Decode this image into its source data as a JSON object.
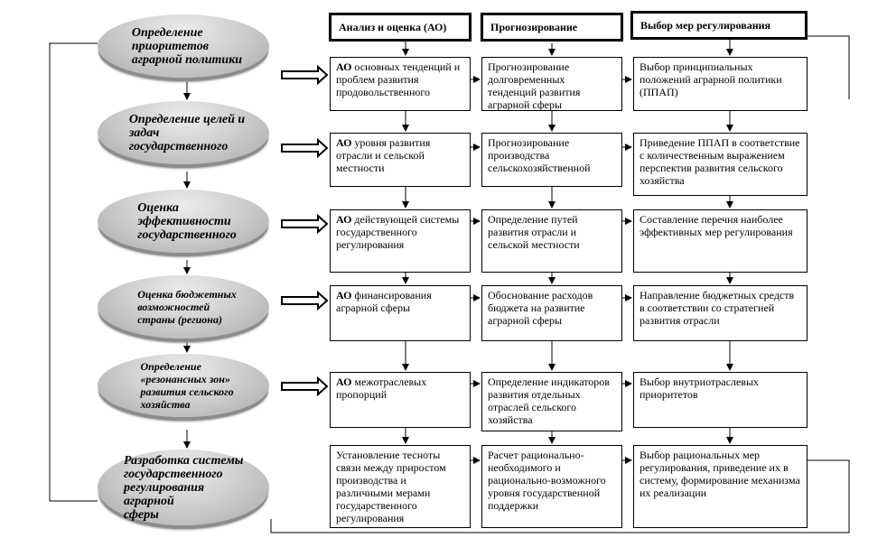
{
  "stages": [
    {
      "label": "Определение\nприоритетов\nаграрной политики"
    },
    {
      "label": "Определение целей и\nзадач\nгосударственного"
    },
    {
      "label": "Оценка\nэффективности\nгосударственного"
    },
    {
      "label": "Оценка бюджетных\nвозможностей\nстраны (региона)"
    },
    {
      "label": "Определение\n«резонансных зон»\nразвития сельского\nхозяйства"
    },
    {
      "label": "Разработка системы\nгосударственного\nрегулирования аграрной\nсферы"
    }
  ],
  "headers": {
    "analysis": "Анализ и оценка (АО)",
    "forecast": "Прогнозирование",
    "choice": "Выбор мер регулирования"
  },
  "analysis": [
    {
      "lead": "АО",
      "text": " основных тенденций и проблем развития продовольственного"
    },
    {
      "lead": "АО",
      "text": " уровня развития отрасли и сельской местности"
    },
    {
      "lead": "АО",
      "text": " действующей системы государственного регулирования"
    },
    {
      "lead": "АО",
      "text": " финансирования аграрной сферы"
    },
    {
      "lead": "АО",
      "text": " межотраслевых пропорций"
    },
    {
      "lead": "",
      "text": "Установление тесноты связи между приростом производства и различными мерами государственного регулирования"
    }
  ],
  "forecast": [
    {
      "text": "Прогнозирование долговременных тенденций развития аграрной сферы"
    },
    {
      "text": "Прогнозирование производства сельскохозяйственной"
    },
    {
      "text": "Определение путей развития отрасли и сельской местности"
    },
    {
      "text": "Обоснование расходов бюджета на развитие аграрной сферы"
    },
    {
      "text": "Определение индикаторов развития отдельных отраслей сельского хозяйства"
    },
    {
      "text": "Расчет рационально-необходимого и рационально-возможного уровня государственной поддержки"
    }
  ],
  "choice": [
    {
      "text": "Выбор принципиальных положений аграрной политики (ППАП)"
    },
    {
      "text": "Приведение ППАП в соответствие с количественным выражением перспектив развития сельского хозяйства"
    },
    {
      "text": "Составление перечня наиболее эффективных мер регулирования"
    },
    {
      "text": "Направление бюджетных средств в соответствии со стратегией развития отрасли"
    },
    {
      "text": "Выбор внутриотраслевых приоритетов"
    },
    {
      "text": "Выбор рациональных мер регулирования, приведение их в систему, формирование механизма их реализации"
    }
  ]
}
